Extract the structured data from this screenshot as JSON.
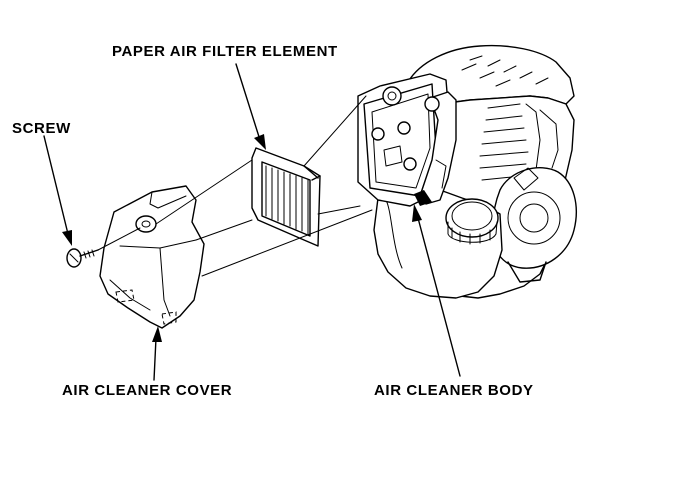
{
  "labels": {
    "paper_filter": "PAPER AIR FILTER ELEMENT",
    "screw": "SCREW",
    "cover": "AIR CLEANER COVER",
    "body": "AIR CLEANER BODY"
  }
}
